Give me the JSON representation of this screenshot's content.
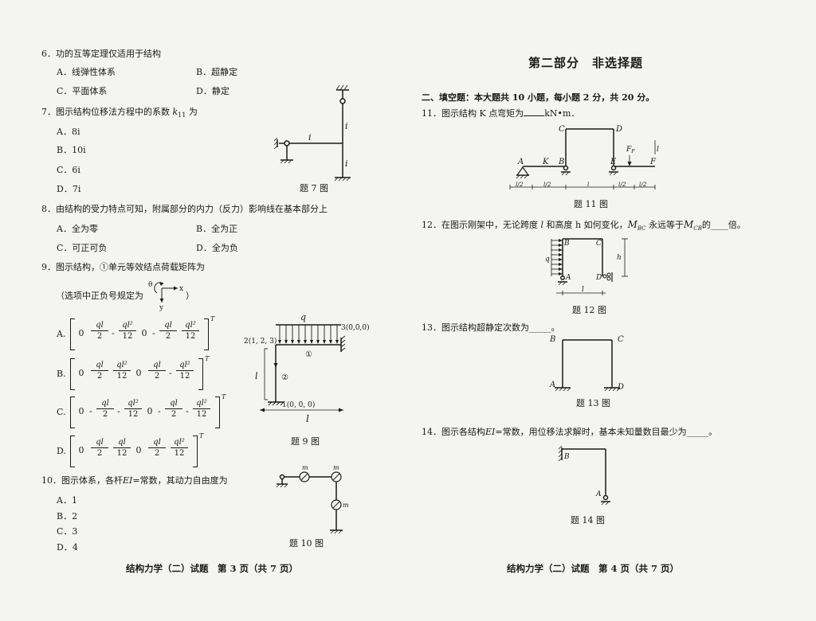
{
  "left": {
    "q6": {
      "stem": "6．功的互等定理仅适用于结构",
      "a": "A．线弹性体系",
      "b": "B．超静定",
      "c": "C．平面体系",
      "d": "D．静定"
    },
    "q7": {
      "stem": "7．图示结构位移法方程中的系数",
      "coef": "k",
      "coef_sub": "11",
      "tail": "为",
      "a": "A．8i",
      "b": "B．10i",
      "c": "C．6i",
      "d": "D．7i"
    },
    "q8": {
      "stem": "8．由结构的受力特点可知，附属部分的内力（反力）影响线在基本部分上",
      "a": "A．全为零",
      "b": "B．全为正",
      "c": "C．可正可负",
      "d": "D．全为负"
    },
    "q9": {
      "stem": "9．图示结构，①单元等效结点荷载矩阵为",
      "note_open": "（选项中正负号规定为",
      "note_close": "）",
      "axis_theta": "θ",
      "axis_x": "x",
      "axis_y": "y"
    },
    "q9_matrices": {
      "T": "T",
      "A": {
        "label": "A.",
        "cells": [
          [
            "0"
          ],
          [
            "ql",
            "2"
          ],
          [
            "-",
            "ql²",
            "12"
          ],
          [
            "0"
          ],
          [
            "-",
            "ql",
            "2"
          ],
          [
            "ql²",
            "12"
          ]
        ]
      },
      "B": {
        "label": "B.",
        "cells": [
          [
            "0"
          ],
          [
            "ql",
            "2"
          ],
          [
            "ql²",
            "12"
          ],
          [
            "0"
          ],
          [
            "ql",
            "2"
          ],
          [
            "-",
            "ql²",
            "12"
          ]
        ]
      },
      "C": {
        "label": "C.",
        "cells": [
          [
            "0"
          ],
          [
            "-",
            "ql",
            "2"
          ],
          [
            "-",
            "ql²",
            "12"
          ],
          [
            "0"
          ],
          [
            "-",
            "ql",
            "2"
          ],
          [
            "-",
            "ql²",
            "12"
          ]
        ]
      },
      "D": {
        "label": "D.",
        "cells": [
          [
            "0"
          ],
          [
            "ql",
            "2"
          ],
          [
            "ql",
            "12"
          ],
          [
            "0"
          ],
          [
            "ql",
            "2"
          ],
          [
            "ql²",
            "12"
          ]
        ]
      }
    },
    "q10": {
      "stem_pre": "10．图示体系，各杆",
      "stem_ei": "EI",
      "stem_post": "=常数，其动力自由度为",
      "a": "A．1",
      "b": "B．2",
      "c": "C．3",
      "d": "D．4"
    },
    "fig7": {
      "caption": "题 7 图",
      "i_top": "i",
      "i_beam": "i",
      "i_bottom": "i"
    },
    "fig9": {
      "caption": "题 9 图",
      "q": "q",
      "node2": "2(1, 2, 3)",
      "node3": "3(0,0,0)",
      "node1": "1(0, 0, 0)",
      "elem1": "①",
      "elem2": "②",
      "l_side": "l",
      "l_bottom": "l"
    },
    "fig10": {
      "caption": "题 10 图",
      "m": "m"
    },
    "footer": "结构力学（二）试题　第 3 页（共 7 页）"
  },
  "right": {
    "section_title": "第二部分　非选择题",
    "part2": "二、填空题：本大题共 10 小题，每小题 2 分，共 20 分。",
    "q11": {
      "pre": "11．图示结构 K 点弯矩为",
      "post": "kN•m．"
    },
    "q12": {
      "pre": "12．在图示刚架中，无论跨度",
      "l": "l",
      "mid": "和高度 h 如何变化，",
      "mbc": "M",
      "mbc_sub": "BC",
      "mid2": "永远等于",
      "mcb": "M",
      "mcb_sub": "CB",
      "post": "的____倍。"
    },
    "q13": {
      "text": "13．图示结构超静定次数为_____。"
    },
    "q14": {
      "pre": "14．图示各结构",
      "ei": "EI",
      "post": "=常数，用位移法求解时，基本未知量数目最少为_____。"
    },
    "fig11": {
      "caption": "题 11 图",
      "A": "A",
      "K": "K",
      "B": "B",
      "C": "C",
      "D": "D",
      "E": "E",
      "F": "F",
      "Fp": "F",
      "Fp_sub": "P",
      "l": "l",
      "dims": [
        "l/2",
        "l/2",
        "l",
        "l/2",
        "l/2"
      ]
    },
    "fig12": {
      "caption": "题 12 图",
      "q": "q",
      "A": "A",
      "B": "B",
      "C": "C",
      "D": "D",
      "h": "h",
      "l": "l"
    },
    "fig13": {
      "caption": "题 13 图",
      "A": "A",
      "B": "B",
      "C": "C",
      "D": "D"
    },
    "fig14": {
      "caption": "题 14 图",
      "A": "A",
      "B": "B"
    },
    "footer": "结构力学（二）试题　第 4 页（共 7 页）"
  }
}
